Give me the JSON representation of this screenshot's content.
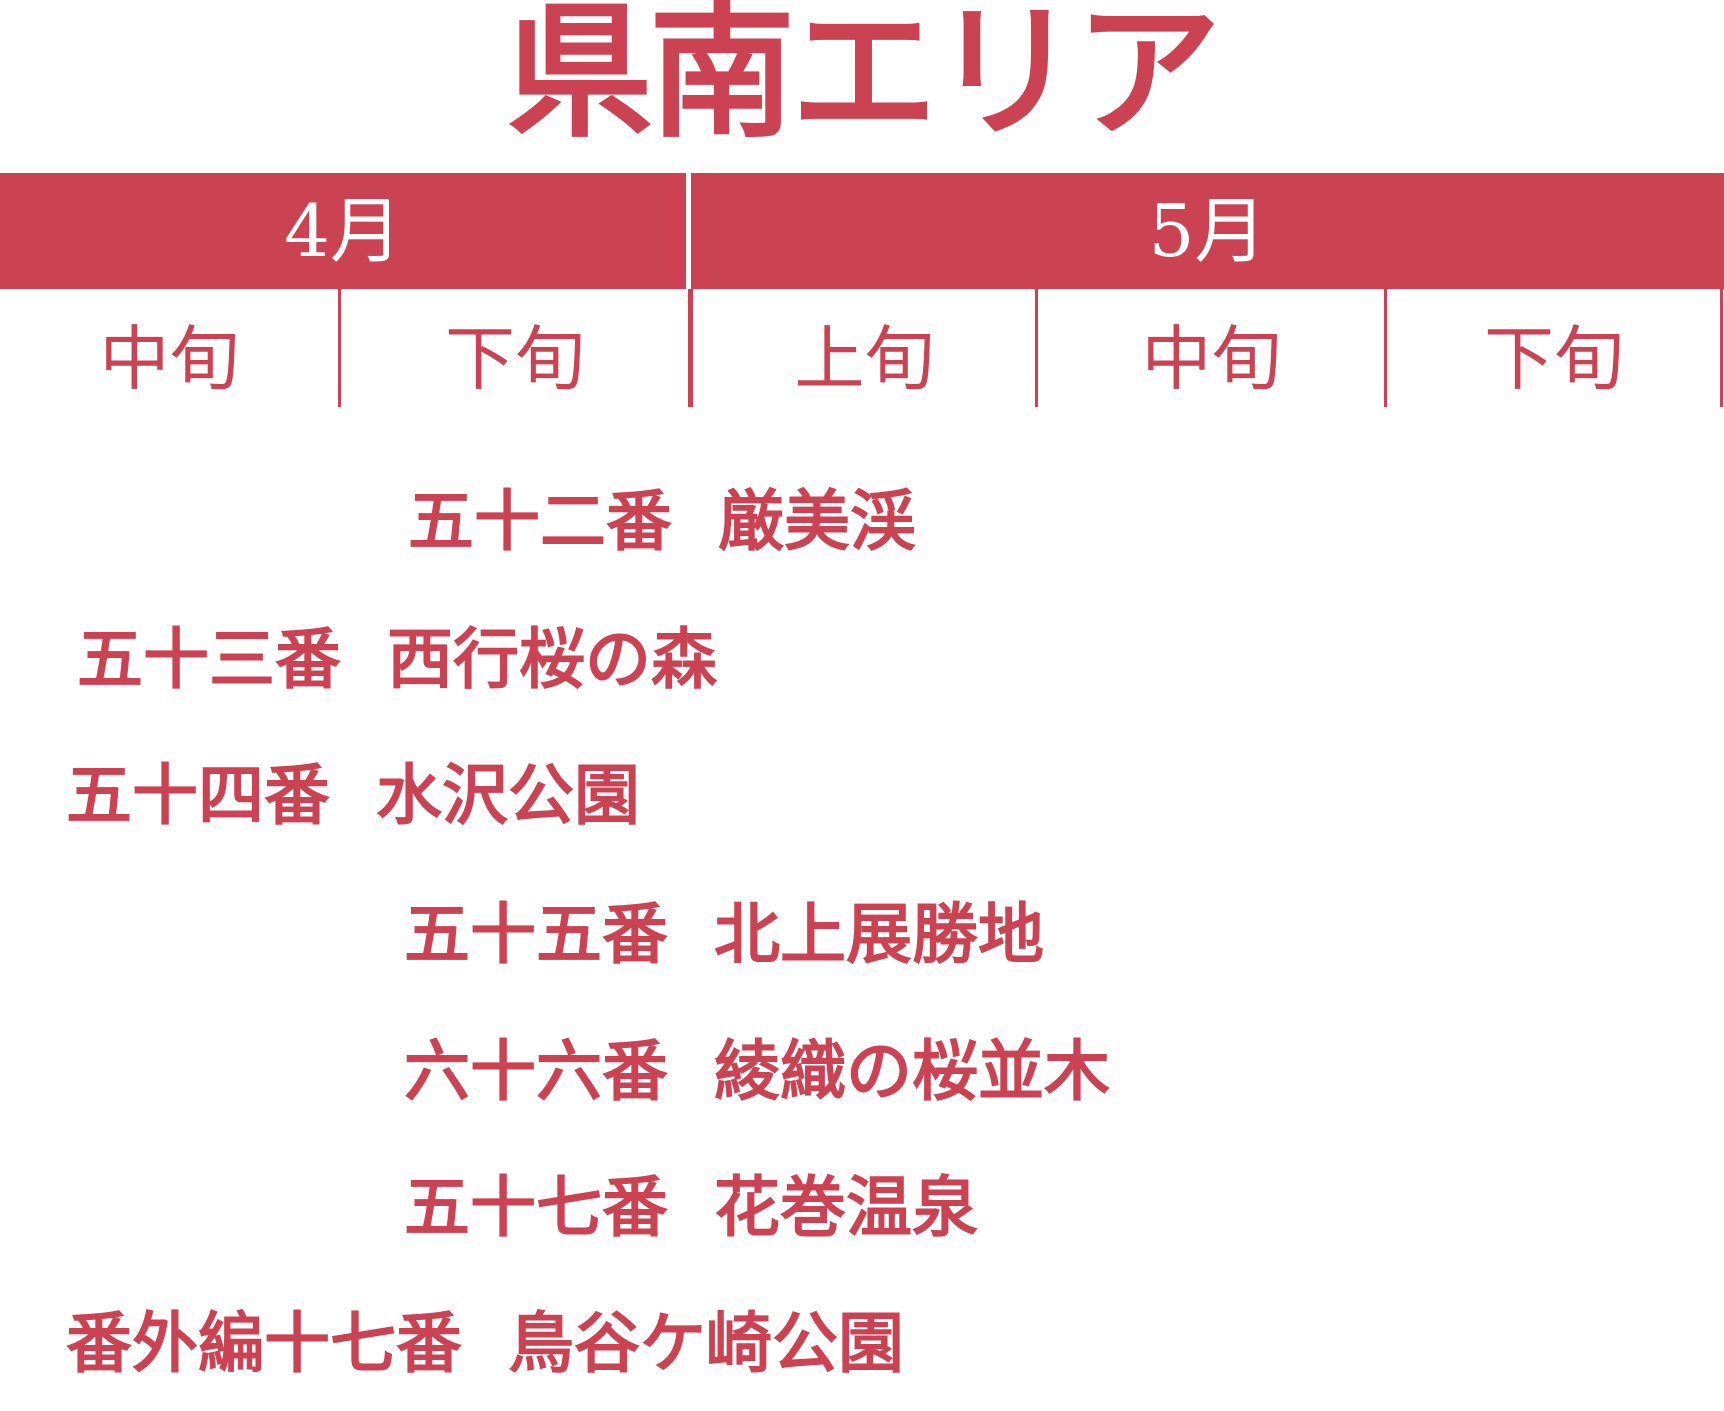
{
  "title": "県南エリア",
  "months": [
    {
      "label": "4月"
    },
    {
      "label": "5月"
    }
  ],
  "periods": [
    {
      "label": "中旬"
    },
    {
      "label": "下旬"
    },
    {
      "label": "上旬"
    },
    {
      "label": "中旬"
    },
    {
      "label": "下旬"
    }
  ],
  "items": [
    {
      "number": "五十二番",
      "name": "厳美渓"
    },
    {
      "number": "五十三番",
      "name": "西行桜の森"
    },
    {
      "number": "五十四番",
      "name": "水沢公園"
    },
    {
      "number": "五十五番",
      "name": "北上展勝地"
    },
    {
      "number": "六十六番",
      "name": "綾織の桜並木"
    },
    {
      "number": "五十七番",
      "name": "花巻温泉"
    },
    {
      "number": "番外編十七番",
      "name": "鳥谷ケ崎公園"
    }
  ]
}
